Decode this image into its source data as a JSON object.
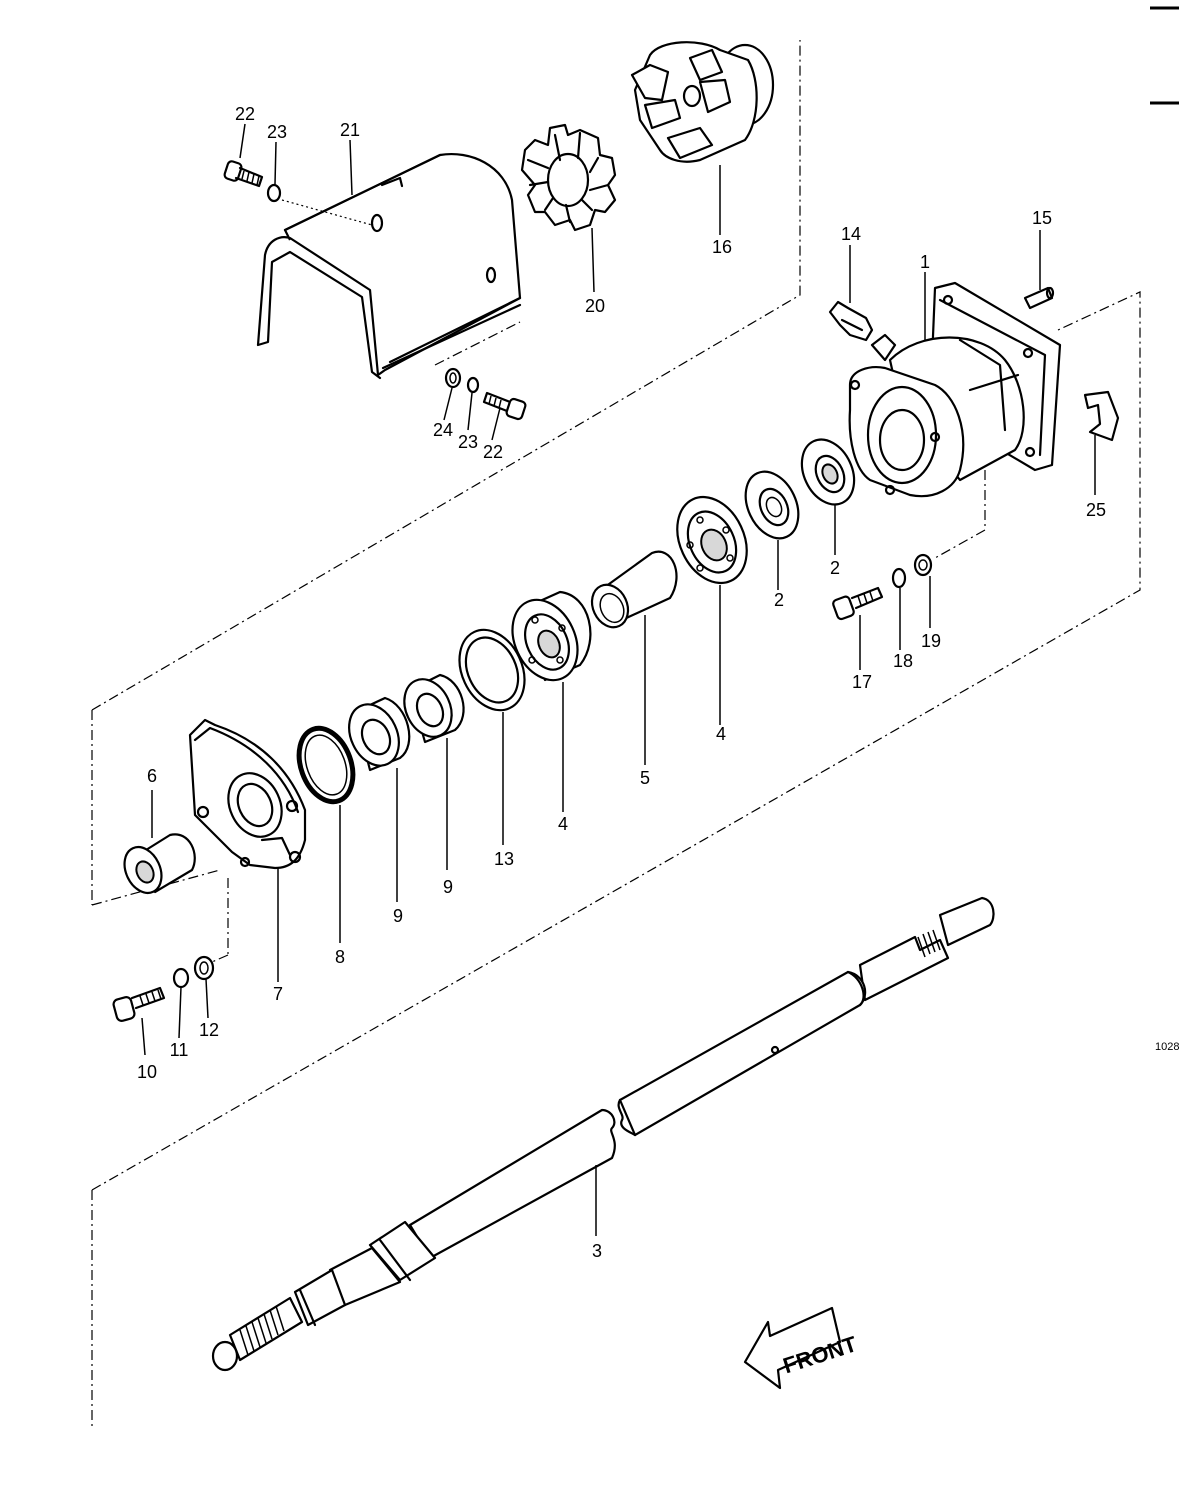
{
  "figure_code": "1028",
  "direction_label": "FRONT",
  "callouts": [
    {
      "id": "c-22a",
      "text": "22"
    },
    {
      "id": "c-23a",
      "text": "23"
    },
    {
      "id": "c-21",
      "text": "21"
    },
    {
      "id": "c-20",
      "text": "20"
    },
    {
      "id": "c-16",
      "text": "16"
    },
    {
      "id": "c-14",
      "text": "14"
    },
    {
      "id": "c-1",
      "text": "1"
    },
    {
      "id": "c-15",
      "text": "15"
    },
    {
      "id": "c-25",
      "text": "25"
    },
    {
      "id": "c-24",
      "text": "24"
    },
    {
      "id": "c-23b",
      "text": "23"
    },
    {
      "id": "c-22b",
      "text": "22"
    },
    {
      "id": "c-2a",
      "text": "2"
    },
    {
      "id": "c-2b",
      "text": "2"
    },
    {
      "id": "c-19",
      "text": "19"
    },
    {
      "id": "c-18",
      "text": "18"
    },
    {
      "id": "c-17",
      "text": "17"
    },
    {
      "id": "c-4a",
      "text": "4"
    },
    {
      "id": "c-5",
      "text": "5"
    },
    {
      "id": "c-4b",
      "text": "4"
    },
    {
      "id": "c-13",
      "text": "13"
    },
    {
      "id": "c-9a",
      "text": "9"
    },
    {
      "id": "c-9b",
      "text": "9"
    },
    {
      "id": "c-8",
      "text": "8"
    },
    {
      "id": "c-7",
      "text": "7"
    },
    {
      "id": "c-6",
      "text": "6"
    },
    {
      "id": "c-10",
      "text": "10"
    },
    {
      "id": "c-11",
      "text": "11"
    },
    {
      "id": "c-12",
      "text": "12"
    },
    {
      "id": "c-3",
      "text": "3"
    }
  ]
}
